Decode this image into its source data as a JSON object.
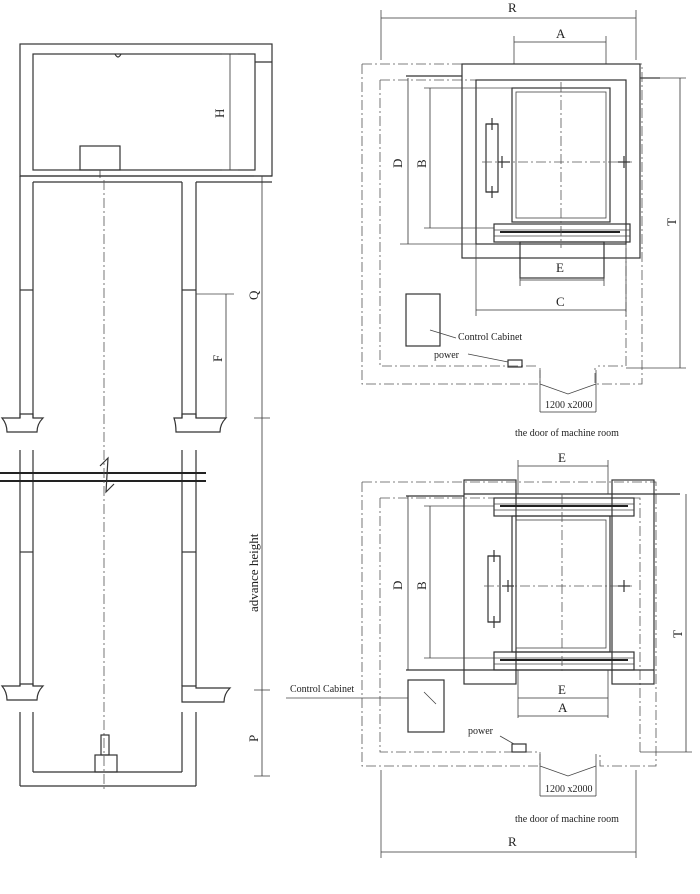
{
  "elevation": {
    "dim_h": "H",
    "dim_q": "Q",
    "dim_f": "F",
    "dim_p": "P",
    "advance_height": "advance height"
  },
  "top_plan": {
    "dim_r": "R",
    "dim_a": "A",
    "dim_d": "D",
    "dim_b": "B",
    "dim_t": "T",
    "dim_e": "E",
    "dim_c": "C",
    "control_cabinet": "Control Cabinet",
    "power": "power",
    "door_size": "1200 x2000",
    "door_caption": "the door of machine room"
  },
  "bottom_plan": {
    "dim_e_top": "E",
    "dim_d": "D",
    "dim_b": "B",
    "dim_t": "T",
    "dim_e_bottom": "E",
    "dim_a": "A",
    "control_cabinet": "Control Cabinet",
    "power": "power",
    "door_size": "1200 x2000",
    "door_caption": "the door of machine room",
    "dim_r": "R"
  }
}
